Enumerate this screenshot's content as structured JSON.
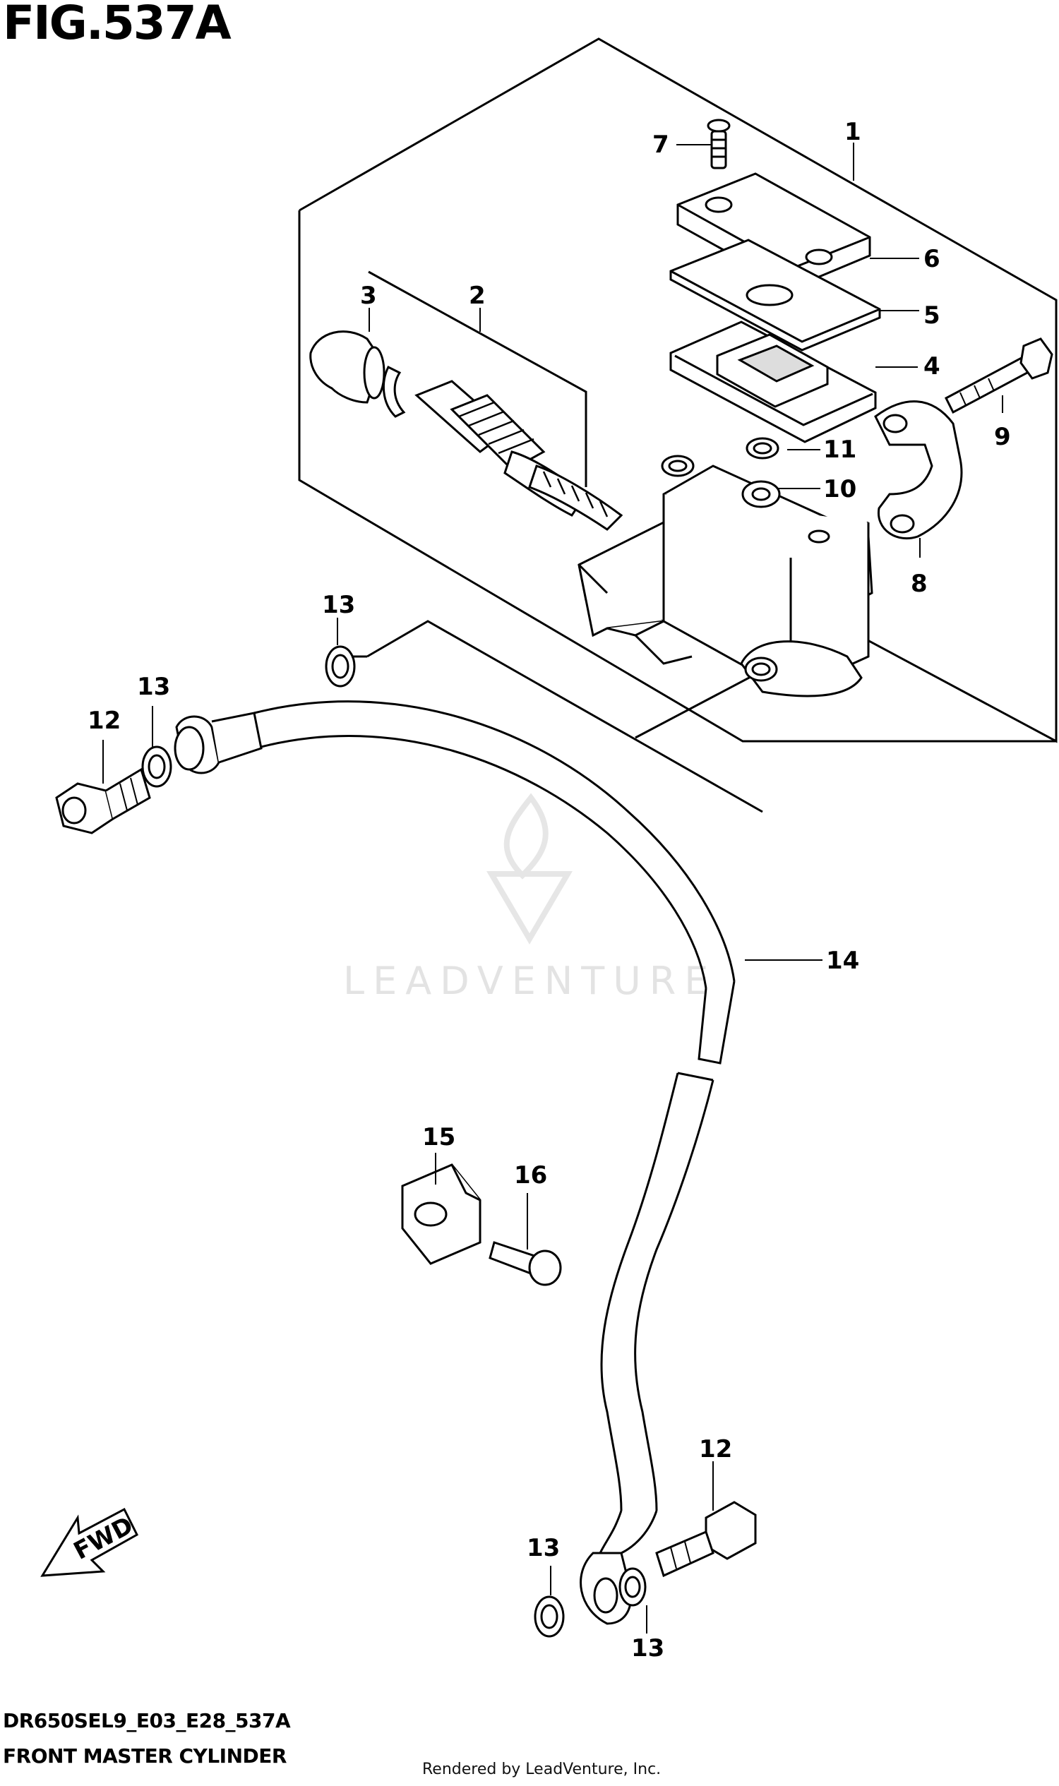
{
  "figure": {
    "title": "FIG.537A"
  },
  "callouts": {
    "c1": "1",
    "c2": "2",
    "c3": "3",
    "c4": "4",
    "c5": "5",
    "c6": "6",
    "c7": "7",
    "c8": "8",
    "c9": "9",
    "c10": "10",
    "c11": "11",
    "c12a": "12",
    "c12b": "12",
    "c13a": "13",
    "c13b": "13",
    "c13c": "13",
    "c13d": "13",
    "c14": "14",
    "c15": "15",
    "c16": "16"
  },
  "fwd_label": "FWD",
  "watermark": "LEADVENTURE",
  "footer": {
    "model_code": "DR650SEL9_E03_E28_537A",
    "section_title": "FRONT MASTER CYLINDER",
    "rendered_by": "Rendered by LeadVenture, Inc."
  }
}
